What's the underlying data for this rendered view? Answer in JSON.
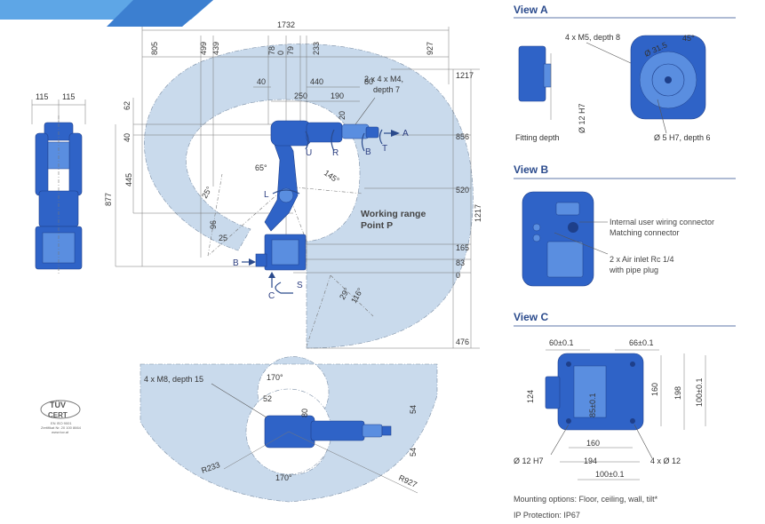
{
  "side_view": {
    "dim_left": "115",
    "dim_right": "115"
  },
  "main_view": {
    "top_dims": [
      "1732",
      "805",
      "499",
      "439",
      "78",
      "0",
      "79",
      "233",
      "927"
    ],
    "arm_dims": [
      "40",
      "250",
      "440",
      "190",
      "80",
      "20",
      "62",
      "40",
      "445",
      "877",
      "96",
      "25"
    ],
    "right_dims": [
      "1217",
      "856",
      "520",
      "165",
      "83",
      "0",
      "476",
      "1217"
    ],
    "angles": [
      "65°",
      "145°",
      "25°",
      "29°",
      "116°"
    ],
    "callout": "2 x 4 x M4,",
    "callout2": "depth 7",
    "axes": [
      "U",
      "R",
      "B",
      "T",
      "L",
      "S"
    ],
    "view_markers": [
      "A",
      "B",
      "C"
    ],
    "working_range_1": "Working range",
    "working_range_2": "Point P"
  },
  "top_view": {
    "callout": "4 x M8, depth 15",
    "angle_top": "170°",
    "angle_bottom": "170°",
    "dims": [
      "52",
      "80",
      "54",
      "54"
    ],
    "r1": "R233",
    "r2": "R927"
  },
  "cert": {
    "logo": "TÜV",
    "cert": "CERT",
    "line1": "EN ISO 9001",
    "line2": "Zertifikat Nr. 20 100 8664",
    "line3": "www.tuv.at"
  },
  "view_a": {
    "title": "View A",
    "m5": "4 x M5, depth 8",
    "d315": "Ø 31.5",
    "angle": "45°",
    "h7": "Ø 12 H7",
    "fitting": "Fitting depth",
    "d5": "Ø 5 H7, depth 6"
  },
  "view_b": {
    "title": "View B",
    "l1": "Internal user wiring connector",
    "l2": "Matching connector",
    "l3": "2 x Air inlet Rc 1/4",
    "l4": "with pipe plug"
  },
  "view_c": {
    "title": "View C",
    "d1": "60±0.1",
    "d2": "66±0.1",
    "d3": "124",
    "d4": "85±0.1",
    "d5": "160",
    "d6": "198",
    "d7": "100±0.1",
    "d8": "160",
    "d9": "194",
    "d10": "100±0.1",
    "d11": "Ø 12 H7",
    "d12": "4 x Ø 12"
  },
  "notes": {
    "mounting": "Mounting options: Floor, ceiling, wall, tilt*",
    "ip": "IP Protection: IP67"
  },
  "colors": {
    "robot": "#2f63c7",
    "zone": "#c9daec",
    "heading": "#2a4a8c"
  }
}
